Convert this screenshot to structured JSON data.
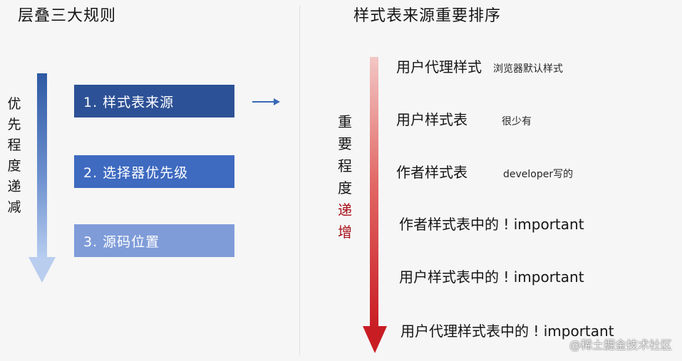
{
  "left": {
    "title": "层叠三大规则",
    "vertical_label": "优先程度递减",
    "rules": [
      "1. 样式表来源",
      "2. 选择器优先级",
      "3. 源码位置"
    ]
  },
  "right": {
    "title": "样式表来源重要排序",
    "vertical_label_normal": [
      "重",
      "要",
      "程",
      "度"
    ],
    "vertical_label_accent": [
      "递",
      "增"
    ],
    "sources": [
      {
        "label": "用户代理样式",
        "note": "浏览器默认样式"
      },
      {
        "label": "用户样式表",
        "note": "很少有"
      },
      {
        "label": "作者样式表",
        "note": "developer写的"
      },
      {
        "label": "作者样式表中的 ! important",
        "note": ""
      },
      {
        "label": "用户样式表中的 ! important",
        "note": ""
      },
      {
        "label": "用户代理样式表中的 ! important",
        "note": ""
      }
    ]
  },
  "watermark": "@稀土掘金技术社区",
  "colors": {
    "rule_1": "#2d5196",
    "rule_2": "#3e6ac0",
    "rule_3": "#7f9cd9",
    "left_arrow": "#2e5aa4",
    "right_arrow": "#c91d24",
    "accent_text": "#a8121a",
    "h_arrow": "#3b69b8"
  },
  "icons": {
    "left_arrow": "arrow-down-gradient-blue",
    "connector": "arrow-right",
    "right_arrow": "arrow-down-gradient-red"
  }
}
